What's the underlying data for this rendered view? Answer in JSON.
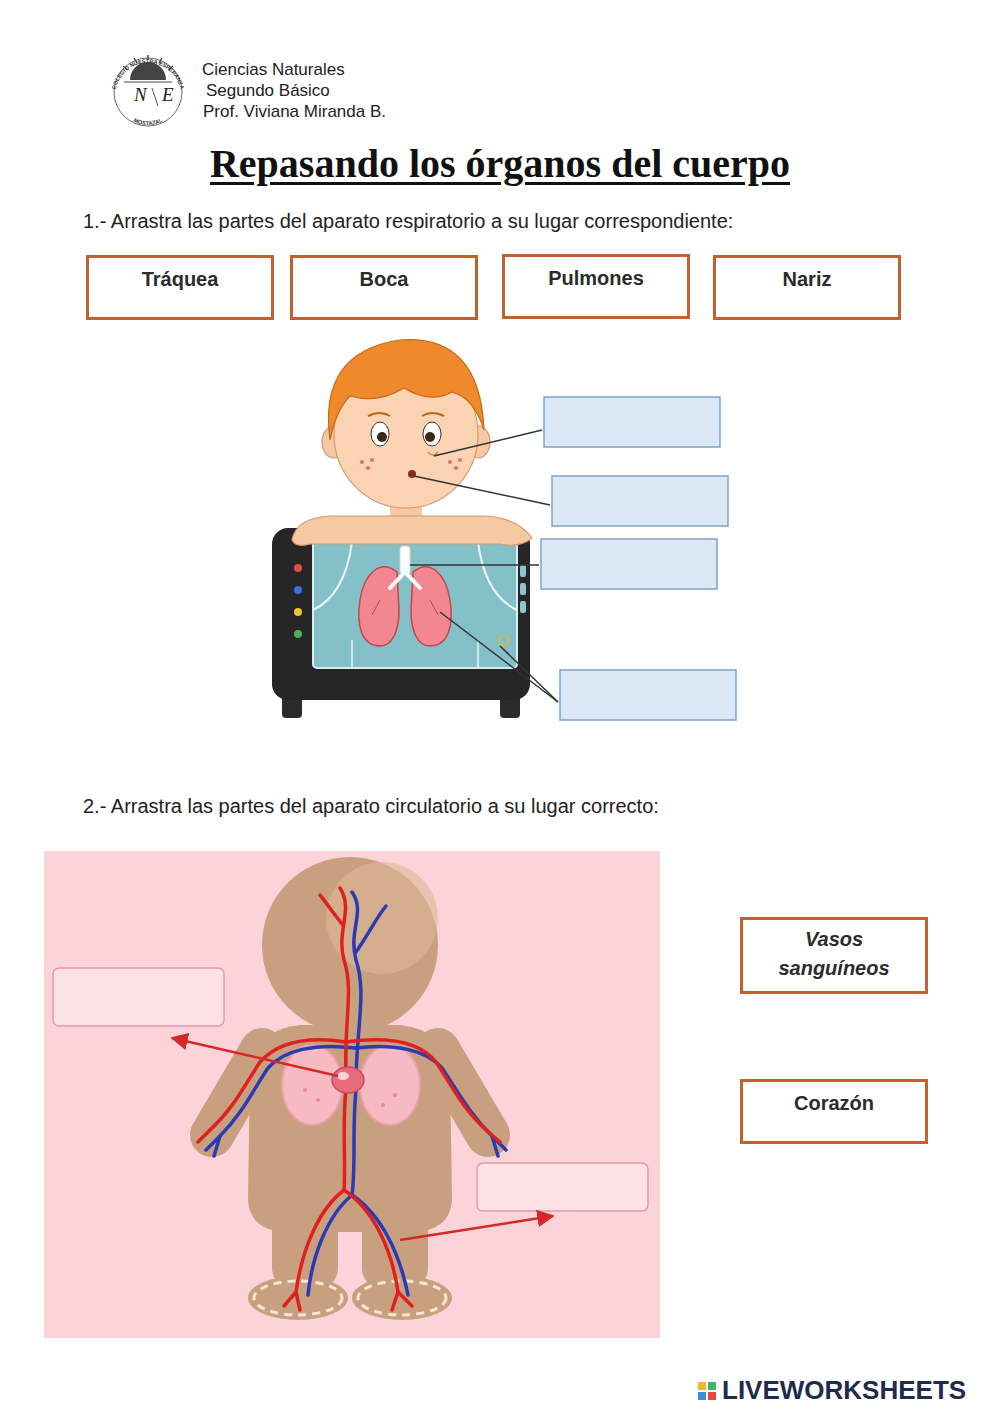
{
  "diagram": {
    "title": "Repasando los órganos del cuerpo",
    "nodes": [
      {
        "text": [
          "Tráquea"
        ]
      },
      {
        "text": [
          "Boca"
        ]
      },
      {
        "text": [
          "Pulmones"
        ]
      },
      {
        "text": [
          "Nariz"
        ]
      },
      {
        "text": [
          "Vasos sanguíneos"
        ]
      },
      {
        "text": [
          "Corazón"
        ]
      }
    ],
    "labels": [
      "COLEGIO NUESTRA ESPERANZA",
      "N",
      "E",
      "MOSTAZAL",
      "Ciencias Naturales",
      "Segundo Básico",
      "Prof. Viviana Miranda B.",
      "1.- Arrastra las partes del aparato respiratorio a su lugar correspondiente:",
      "2.- Arrastra las partes del aparato circulatorio a su lugar correcto:",
      "LIVEWORKSHEETS"
    ]
  }
}
